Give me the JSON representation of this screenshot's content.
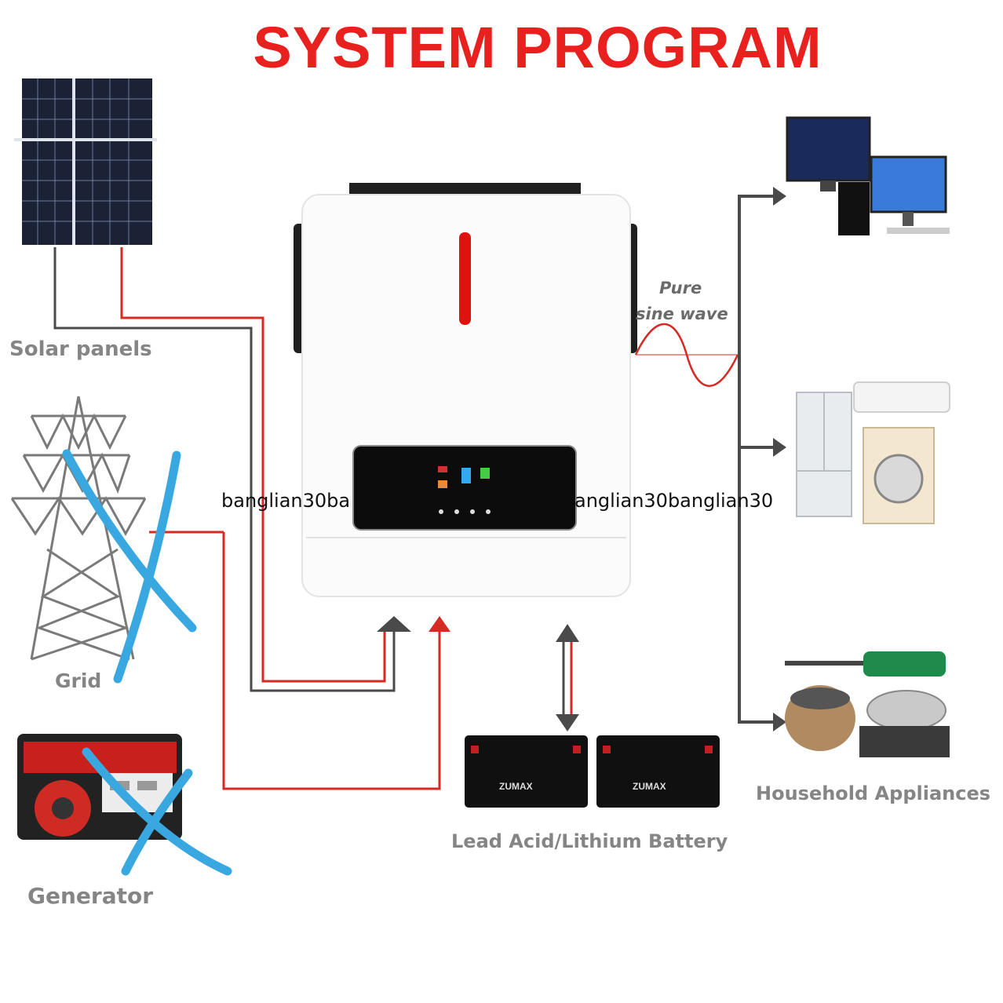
{
  "title": "SYSTEM PROGRAM",
  "labels": {
    "solar": "Solar panels",
    "grid": "Grid",
    "generator": "Generator",
    "battery": "Lead Acid/Lithium Battery",
    "appliances": "Household Appliances",
    "wave_line1": "Pure",
    "wave_line2": "sine wave"
  },
  "battery_brand": "ZUMAX",
  "watermark": {
    "left": "banglian30ba",
    "right": "anglian30banglian30"
  },
  "colors": {
    "title": "#e8211f",
    "wire_red": "#d62a22",
    "wire_gray": "#4a4a4a",
    "cross_blue": "#3aa8e0",
    "label_gray": "#858585"
  }
}
